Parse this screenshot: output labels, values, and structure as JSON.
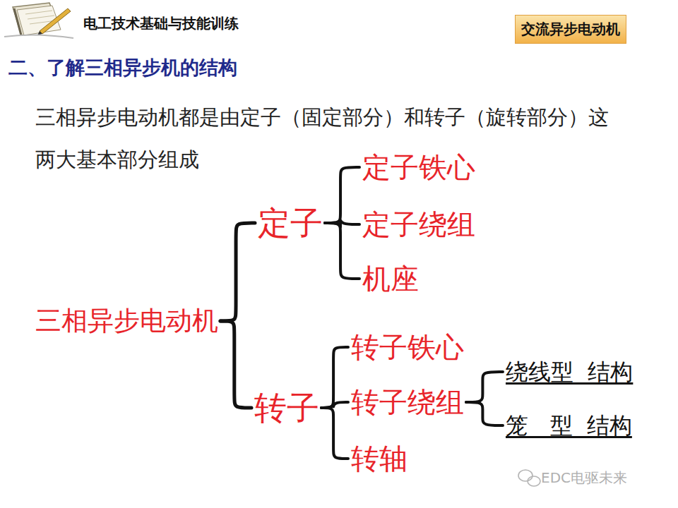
{
  "diagram": {
    "title": "二、了解三相异步机的结构",
    "nodes": [
      {
        "text": [
          "交流异步电动机"
        ]
      },
      {
        "text": [
          "三相异步电动机"
        ]
      },
      {
        "text": [
          "定子"
        ]
      },
      {
        "text": [
          "定子铁心"
        ]
      },
      {
        "text": [
          "定子绕组"
        ]
      },
      {
        "text": [
          "机座"
        ]
      },
      {
        "text": [
          "转子"
        ]
      },
      {
        "text": [
          "转子铁心"
        ]
      },
      {
        "text": [
          "转子绕组"
        ]
      },
      {
        "text": [
          "转轴"
        ]
      },
      {
        "text": [
          "绕线型  结构"
        ]
      },
      {
        "text": [
          "笼   型  结构"
        ]
      }
    ],
    "edges": [
      {
        "from": 1,
        "to": 2,
        "arrow": "none"
      },
      {
        "from": 1,
        "to": 6,
        "arrow": "none"
      },
      {
        "from": 2,
        "to": 3,
        "arrow": "none"
      },
      {
        "from": 2,
        "to": 4,
        "arrow": "none"
      },
      {
        "from": 2,
        "to": 5,
        "arrow": "none"
      },
      {
        "from": 6,
        "to": 7,
        "arrow": "none"
      },
      {
        "from": 6,
        "to": 8,
        "arrow": "none"
      },
      {
        "from": 6,
        "to": 9,
        "arrow": "none"
      },
      {
        "from": 8,
        "to": 10,
        "arrow": "none"
      },
      {
        "from": 8,
        "to": 11,
        "arrow": "none"
      }
    ],
    "labels": [
      "电工技术基础与技能训练",
      "三相异步电动机都是由定子（固定部分）和转子（旋转部分）这两大基本部分组成",
      "EDC电驱未来"
    ]
  }
}
